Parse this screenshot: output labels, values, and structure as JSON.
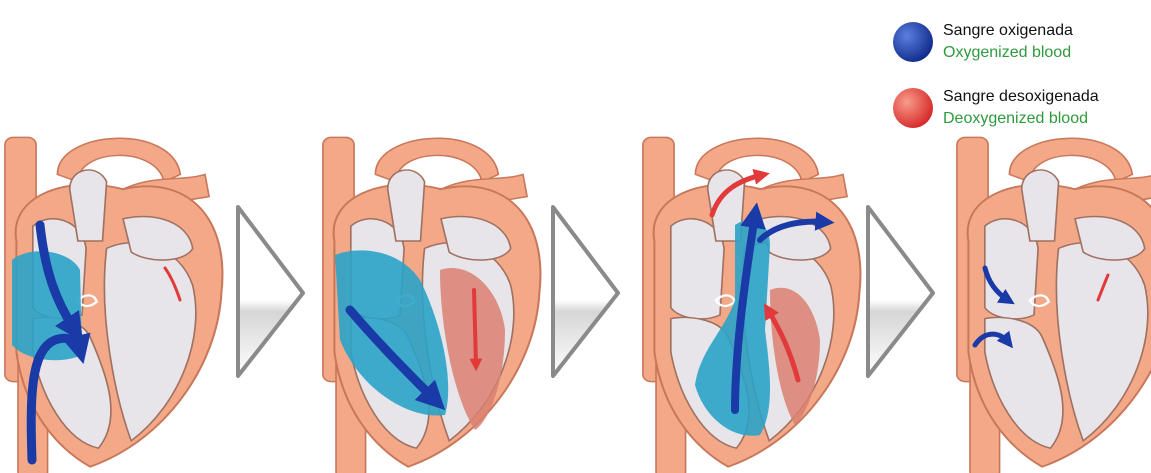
{
  "legend": [
    {
      "label_es": "Sangre oxigenada",
      "label_en": "Oxygenized blood",
      "icon": "blue-sphere-icon"
    },
    {
      "label_es": "Sangre desoxigenada",
      "label_en": "Deoxygenized blood",
      "icon": "red-sphere-icon"
    }
  ],
  "colors": {
    "oxygenated": "#1a3aa8",
    "deoxygenated": "#e23a3a",
    "english_label": "#2e9a3e",
    "heart_tissue": "#f3a988",
    "heart_dark": "#c9775a",
    "chamber": "#e7e4ea",
    "blood_pool": "#2aa3c8",
    "red_pool": "#d98070",
    "chevron": "#8a8a8a"
  },
  "diagram": {
    "panel_count": 4,
    "step_arrow_icon": "chevron-right-icon"
  }
}
